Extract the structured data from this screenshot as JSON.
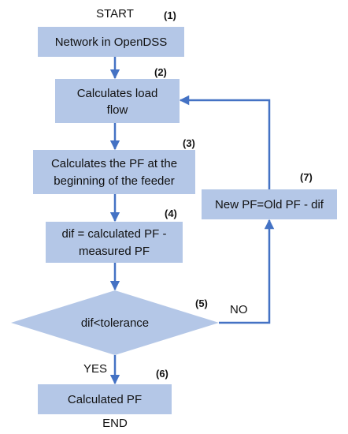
{
  "flowchart": {
    "start_label": "START",
    "end_label": "END",
    "colors": {
      "box_fill": "#b4c7e7",
      "arrow": "#4472c4",
      "text": "#111111"
    },
    "steps": [
      {
        "number": "(1)",
        "lines": [
          "Network in OpenDSS"
        ]
      },
      {
        "number": "(2)",
        "lines": [
          "Calculates load",
          "flow"
        ]
      },
      {
        "number": "(3)",
        "lines": [
          "Calculates the PF at the",
          "beginning of the feeder"
        ]
      },
      {
        "number": "(4)",
        "lines": [
          "dif = calculated PF -",
          "measured PF"
        ]
      },
      {
        "number": "(5)",
        "lines": [
          "dif<tolerance"
        ]
      },
      {
        "number": "(6)",
        "lines": [
          "Calculated PF"
        ]
      },
      {
        "number": "(7)",
        "lines": [
          "New PF=Old PF - dif"
        ]
      }
    ],
    "branches": {
      "yes": "YES",
      "no": "NO"
    }
  }
}
